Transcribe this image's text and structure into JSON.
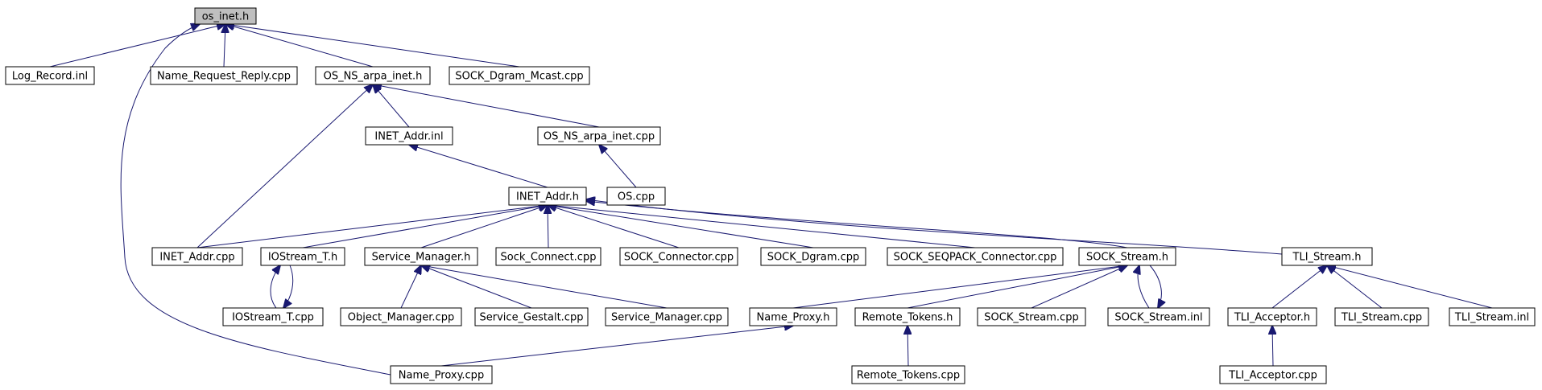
{
  "graph": {
    "colors": {
      "edge": "#191970",
      "node_border": "#000000",
      "root_fill": "#bfbfbf",
      "node_fill": "#ffffff"
    },
    "nodes": [
      {
        "id": "os_inet_h",
        "label": "os_inet.h",
        "root": true
      },
      {
        "id": "log_record_inl",
        "label": "Log_Record.inl"
      },
      {
        "id": "name_request_reply_cpp",
        "label": "Name_Request_Reply.cpp"
      },
      {
        "id": "os_ns_arpa_inet_h",
        "label": "OS_NS_arpa_inet.h"
      },
      {
        "id": "sock_dgram_mcast_cpp",
        "label": "SOCK_Dgram_Mcast.cpp"
      },
      {
        "id": "inet_addr_inl",
        "label": "INET_Addr.inl"
      },
      {
        "id": "os_ns_arpa_inet_cpp",
        "label": "OS_NS_arpa_inet.cpp"
      },
      {
        "id": "os_cpp",
        "label": "OS.cpp"
      },
      {
        "id": "inet_addr_h",
        "label": "INET_Addr.h"
      },
      {
        "id": "inet_addr_cpp",
        "label": "INET_Addr.cpp"
      },
      {
        "id": "iostream_t_h",
        "label": "IOStream_T.h"
      },
      {
        "id": "service_manager_h",
        "label": "Service_Manager.h"
      },
      {
        "id": "sock_connect_cpp",
        "label": "Sock_Connect.cpp"
      },
      {
        "id": "sock_connector_cpp",
        "label": "SOCK_Connector.cpp"
      },
      {
        "id": "sock_dgram_cpp",
        "label": "SOCK_Dgram.cpp"
      },
      {
        "id": "sock_seqpack_connector_cpp",
        "label": "SOCK_SEQPACK_Connector.cpp"
      },
      {
        "id": "sock_stream_h",
        "label": "SOCK_Stream.h"
      },
      {
        "id": "tli_stream_h",
        "label": "TLI_Stream.h"
      },
      {
        "id": "iostream_t_cpp",
        "label": "IOStream_T.cpp"
      },
      {
        "id": "object_manager_cpp",
        "label": "Object_Manager.cpp"
      },
      {
        "id": "service_gestalt_cpp",
        "label": "Service_Gestalt.cpp"
      },
      {
        "id": "service_manager_cpp",
        "label": "Service_Manager.cpp"
      },
      {
        "id": "name_proxy_h",
        "label": "Name_Proxy.h"
      },
      {
        "id": "remote_tokens_h",
        "label": "Remote_Tokens.h"
      },
      {
        "id": "sock_stream_cpp",
        "label": "SOCK_Stream.cpp"
      },
      {
        "id": "sock_stream_inl",
        "label": "SOCK_Stream.inl"
      },
      {
        "id": "tli_acceptor_h",
        "label": "TLI_Acceptor.h"
      },
      {
        "id": "tli_stream_cpp",
        "label": "TLI_Stream.cpp"
      },
      {
        "id": "tli_stream_inl",
        "label": "TLI_Stream.inl"
      },
      {
        "id": "name_proxy_cpp",
        "label": "Name_Proxy.cpp"
      },
      {
        "id": "remote_tokens_cpp",
        "label": "Remote_Tokens.cpp"
      },
      {
        "id": "tli_acceptor_cpp",
        "label": "TLI_Acceptor.cpp"
      }
    ],
    "edges": [
      {
        "from": "log_record_inl",
        "to": "os_inet_h"
      },
      {
        "from": "name_request_reply_cpp",
        "to": "os_inet_h"
      },
      {
        "from": "os_ns_arpa_inet_h",
        "to": "os_inet_h"
      },
      {
        "from": "sock_dgram_mcast_cpp",
        "to": "os_inet_h"
      },
      {
        "from": "name_proxy_cpp",
        "to": "os_inet_h"
      },
      {
        "from": "inet_addr_inl",
        "to": "os_ns_arpa_inet_h"
      },
      {
        "from": "os_ns_arpa_inet_cpp",
        "to": "os_ns_arpa_inet_h"
      },
      {
        "from": "inet_addr_cpp",
        "to": "os_ns_arpa_inet_h"
      },
      {
        "from": "os_cpp",
        "to": "os_ns_arpa_inet_cpp"
      },
      {
        "from": "inet_addr_h",
        "to": "inet_addr_inl"
      },
      {
        "from": "inet_addr_cpp",
        "to": "inet_addr_h"
      },
      {
        "from": "iostream_t_h",
        "to": "inet_addr_h"
      },
      {
        "from": "service_manager_h",
        "to": "inet_addr_h"
      },
      {
        "from": "sock_connect_cpp",
        "to": "inet_addr_h"
      },
      {
        "from": "sock_connector_cpp",
        "to": "inet_addr_h"
      },
      {
        "from": "sock_dgram_cpp",
        "to": "inet_addr_h"
      },
      {
        "from": "sock_seqpack_connector_cpp",
        "to": "inet_addr_h"
      },
      {
        "from": "sock_stream_h",
        "to": "inet_addr_h"
      },
      {
        "from": "tli_stream_h",
        "to": "inet_addr_h"
      },
      {
        "from": "iostream_t_cpp",
        "to": "iostream_t_h"
      },
      {
        "from": "iostream_t_h",
        "to": "iostream_t_cpp"
      },
      {
        "from": "object_manager_cpp",
        "to": "service_manager_h"
      },
      {
        "from": "service_gestalt_cpp",
        "to": "service_manager_h"
      },
      {
        "from": "service_manager_cpp",
        "to": "service_manager_h"
      },
      {
        "from": "name_proxy_h",
        "to": "sock_stream_h"
      },
      {
        "from": "remote_tokens_h",
        "to": "sock_stream_h"
      },
      {
        "from": "sock_stream_cpp",
        "to": "sock_stream_h"
      },
      {
        "from": "sock_stream_inl",
        "to": "sock_stream_h"
      },
      {
        "from": "sock_stream_h",
        "to": "sock_stream_inl"
      },
      {
        "from": "name_proxy_cpp",
        "to": "name_proxy_h"
      },
      {
        "from": "remote_tokens_cpp",
        "to": "remote_tokens_h"
      },
      {
        "from": "tli_acceptor_h",
        "to": "tli_stream_h"
      },
      {
        "from": "tli_stream_cpp",
        "to": "tli_stream_h"
      },
      {
        "from": "tli_stream_inl",
        "to": "tli_stream_h"
      },
      {
        "from": "tli_acceptor_cpp",
        "to": "tli_acceptor_h"
      }
    ]
  }
}
